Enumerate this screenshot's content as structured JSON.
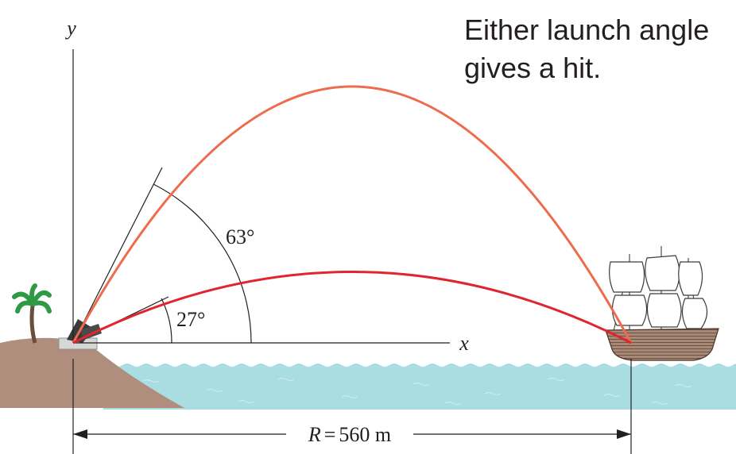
{
  "caption": {
    "line1": "Either launch angle",
    "line2": "gives a hit."
  },
  "axes": {
    "y_label": "y",
    "x_label": "x"
  },
  "angles": {
    "high": "63°",
    "low": "27°"
  },
  "range": {
    "symbol": "R",
    "eq": "=",
    "value": "560 m"
  },
  "colors": {
    "high_trajectory": "#ee6c4d",
    "low_trajectory": "#e0252e",
    "sea": "#a9dde2",
    "island": "#b08e7e",
    "hull": "#a07e6c"
  }
}
